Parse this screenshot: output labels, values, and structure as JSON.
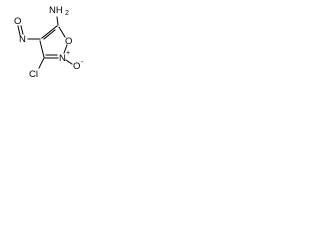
{
  "molecule": {
    "atoms": {
      "amine": "NH",
      "amine_subscript": "2",
      "nitroso_oxygen": "O",
      "nitroso_nitrogen": "N",
      "ring_oxygen": "O",
      "ring_nitrogen": "N",
      "n_oxide_oxygen": "O",
      "n_oxide_charge": "-",
      "ring_nitrogen_charge": "+",
      "chlorine": "Cl"
    }
  }
}
